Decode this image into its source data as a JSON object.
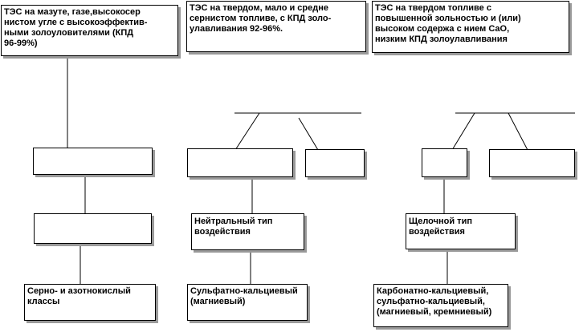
{
  "diagram": {
    "top_boxes": [
      {
        "id": "mazut",
        "text": "ТЭС на мазуте, газе,высокосер\nнистом угле с высокоэффектив-\nными золоуловителями  (КПД\n96-99%)"
      },
      {
        "id": "solid_low",
        "text": "ТЭС на твердом, мало и средне\nсернистом топливе,  с КПД золо-\nулавливания  92-96%."
      },
      {
        "id": "solid_high",
        "text": "ТЭС на твердом топливе  с\nповышенной зольностью и (или)\nвысоком содержа с нием СаО,\nнизким КПД золоулавливания"
      }
    ],
    "middle_boxes": [
      {
        "id": "neutral",
        "text": "Нейтральный  тип\nвоздействия"
      },
      {
        "id": "alkaline",
        "text": "Щелочной  тип\nвоздействия"
      }
    ],
    "bottom_boxes": [
      {
        "id": "acid",
        "text": "Серно-  и  азотнокислый\nклассы"
      },
      {
        "id": "sulfate",
        "text": "Сульфатно-кальциевый\n(магниевый)"
      },
      {
        "id": "carbonate",
        "text": "Карбонатно-кальциевый,\nсульфатно-кальциевый,\n(магниевый,  кремниевый)"
      }
    ]
  }
}
